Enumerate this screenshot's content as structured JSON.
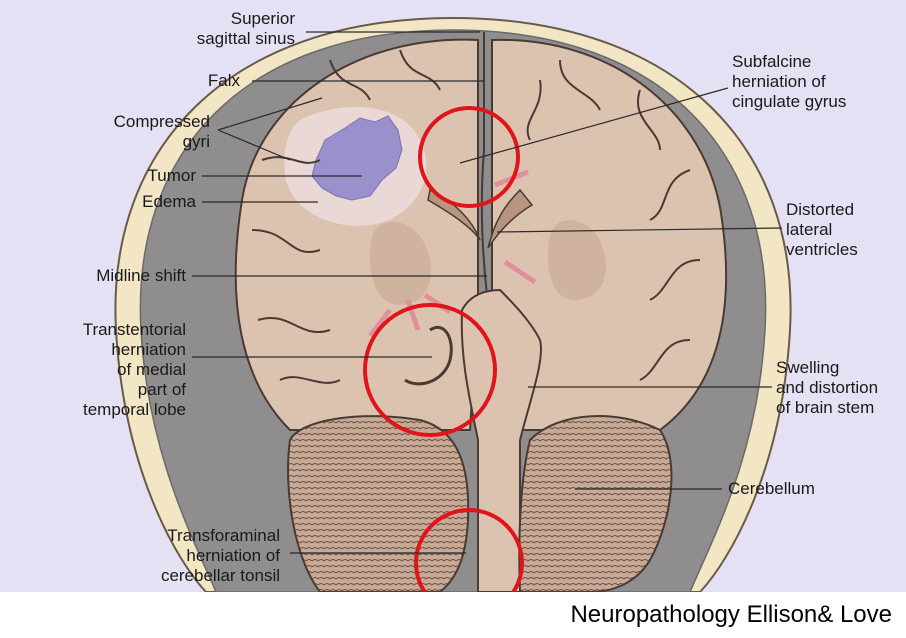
{
  "labels": {
    "superior_sagittal_sinus": [
      "Superior",
      "sagittal sinus"
    ],
    "falx": [
      "Falx"
    ],
    "compressed_gyri": [
      "Compressed",
      "gyri"
    ],
    "tumor": [
      "Tumor"
    ],
    "edema": [
      "Edema"
    ],
    "midline_shift": [
      "Midline shift"
    ],
    "transtentorial": [
      "Transtentorial",
      "herniation",
      "of medial",
      "part of",
      "temporal lobe"
    ],
    "transforaminal": [
      "Transforaminal",
      "herniation of",
      "cerebellar tonsil"
    ],
    "subfalcine": [
      "Subfalcine",
      "herniation of",
      "cingulate gyrus"
    ],
    "ventricles": [
      "Distorted",
      "lateral",
      "ventricles"
    ],
    "brain_stem": [
      "Swelling",
      "and distortion",
      "of brain stem"
    ],
    "cerebellum": [
      "Cerebellum"
    ]
  },
  "credit": "Neuropathology Ellison& Love",
  "colors": {
    "background": "#e4e1f4",
    "skull": "#f3e6c4",
    "brain": "#dcc3b0",
    "gyri_outline": "#4a3a34",
    "tumor": "#9a91cc",
    "edema": "#ead8d6",
    "arrow": "#e0909c",
    "circle": "#e0141a"
  }
}
